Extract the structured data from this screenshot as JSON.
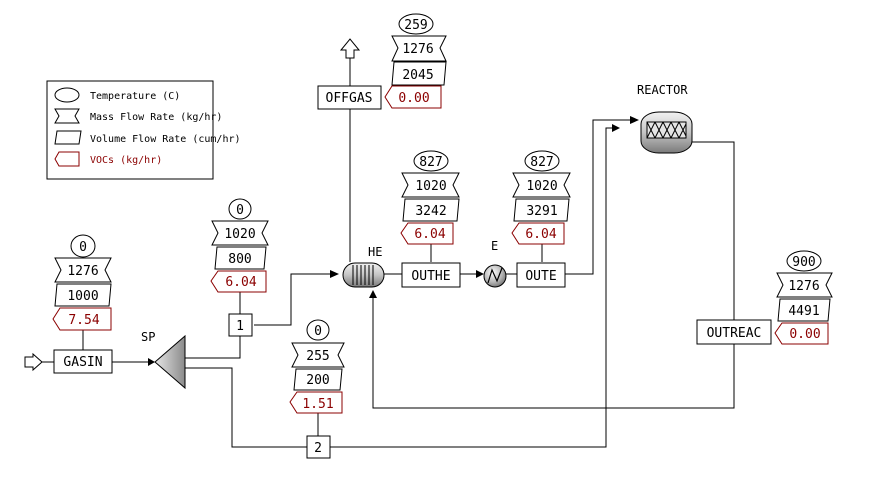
{
  "legend": {
    "temperature": "Temperature (C)",
    "mass_flow": "Mass Flow Rate (kg/hr)",
    "volume_flow": "Volume Flow Rate (cum/hr)",
    "vocs": "VOCs (kg/hr)"
  },
  "blocks": {
    "sp": "SP",
    "he": "HE",
    "e": "E",
    "reactor": "REACTOR"
  },
  "streams": {
    "gasin": {
      "label": "GASIN",
      "temp": "0",
      "mass": "1276",
      "volume": "1000",
      "vocs": "7.54"
    },
    "s1": {
      "label": "1",
      "temp": "0",
      "mass": "1020",
      "volume": "800",
      "vocs": "6.04"
    },
    "s2": {
      "label": "2",
      "temp": "0",
      "mass": "255",
      "volume": "200",
      "vocs": "1.51"
    },
    "offgas": {
      "label": "OFFGAS",
      "temp": "259",
      "mass": "1276",
      "volume": "2045",
      "vocs": "0.00"
    },
    "outhe": {
      "label": "OUTHE",
      "temp": "827",
      "mass": "1020",
      "volume": "3242",
      "vocs": "6.04"
    },
    "oute": {
      "label": "OUTE",
      "temp": "827",
      "mass": "1020",
      "volume": "3291",
      "vocs": "6.04"
    },
    "outreac": {
      "label": "OUTREAC",
      "temp": "900",
      "mass": "1276",
      "volume": "4491",
      "vocs": "0.00"
    }
  },
  "colors": {
    "line": "#000000",
    "voc": "#8b0000",
    "vessel": "#c9c9c9"
  }
}
